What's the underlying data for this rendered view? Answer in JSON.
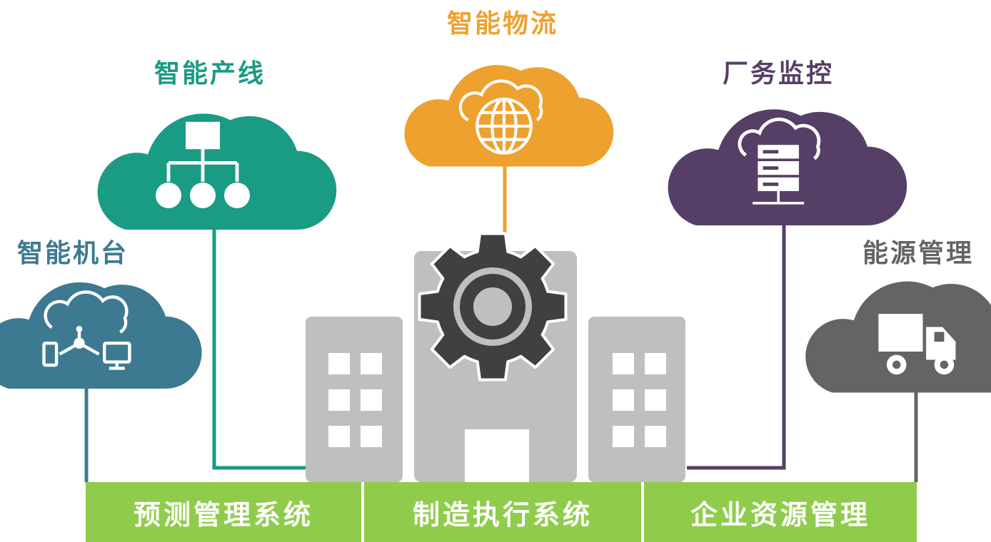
{
  "clouds": {
    "machine": {
      "label": "智能机台",
      "color": "#3d7a91"
    },
    "line": {
      "label": "智能产线",
      "color": "#1a9b84"
    },
    "logistics": {
      "label": "智能物流",
      "color": "#eea12e"
    },
    "monitor": {
      "label": "厂务监控",
      "color": "#563f66"
    },
    "energy": {
      "label": "能源管理",
      "color": "#646464"
    }
  },
  "systems": {
    "forecast": "预测管理系统",
    "mes": "制造执行系统",
    "erp": "企业资源管理"
  },
  "colors": {
    "bar": "#8fcc4b",
    "building": "#bfbfbf",
    "gear": "#404040"
  }
}
